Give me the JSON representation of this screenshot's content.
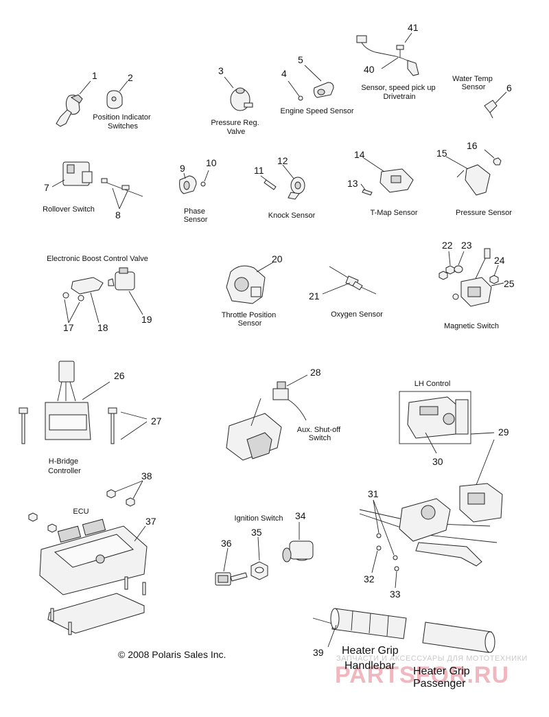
{
  "part_numbers": {
    "p1": "1",
    "p2": "2",
    "p3": "3",
    "p4": "4",
    "p5": "5",
    "p6": "6",
    "p7": "7",
    "p8": "8",
    "p9": "9",
    "p10": "10",
    "p11": "11",
    "p12": "12",
    "p13": "13",
    "p14": "14",
    "p15": "15",
    "p16": "16",
    "p17": "17",
    "p18": "18",
    "p19": "19",
    "p20": "20",
    "p21": "21",
    "p22": "22",
    "p23": "23",
    "p24": "24",
    "p25": "25",
    "p26": "26",
    "p27": "27",
    "p28": "28",
    "p29": "29",
    "p30": "30",
    "p31": "31",
    "p32": "32",
    "p33": "33",
    "p34": "34",
    "p35": "35",
    "p36": "36",
    "p37": "37",
    "p38": "38",
    "p39": "39",
    "p40": "40",
    "p41": "41"
  },
  "labels": {
    "position_indicator": [
      "Position Indicator",
      "Switches"
    ],
    "pressure_reg": [
      "Pressure Reg.",
      "Valve"
    ],
    "engine_speed": "Engine Speed Sensor",
    "speed_pickup": [
      "Sensor, speed pick up",
      "Drivetrain"
    ],
    "water_temp": [
      "Water Temp",
      "Sensor"
    ],
    "rollover": "Rollover Switch",
    "phase": [
      "Phase",
      "Sensor"
    ],
    "knock": "Knock Sensor",
    "tmap": "T-Map Sensor",
    "pressure_sensor": "Pressure Sensor",
    "boost_valve": "Electronic Boost Control Valve",
    "throttle_position": [
      "Throttle Position",
      "Sensor"
    ],
    "oxygen": "Oxygen Sensor",
    "magnetic": "Magnetic Switch",
    "hbridge": [
      "H-Bridge",
      "Controller"
    ],
    "aux_shutoff": [
      "Aux. Shut-off",
      "Switch"
    ],
    "lh_control": "LH Control",
    "ecu": "ECU",
    "ignition": "Ignition Switch",
    "heater_handlebar": [
      "Heater Grip",
      "Handlebar"
    ],
    "heater_passenger": [
      "Heater Grip",
      "Passenger"
    ]
  },
  "copyright": "© 2008 Polaris Sales Inc.",
  "watermark": {
    "top": "ЗАПЧАСТИ И АКСЕССУАРЫ ДЛЯ МОТОТЕХНИКИ",
    "brand": "PARTSFOR.RU"
  },
  "colors": {
    "line": "#222222",
    "watermark": "#f1b7bf"
  }
}
